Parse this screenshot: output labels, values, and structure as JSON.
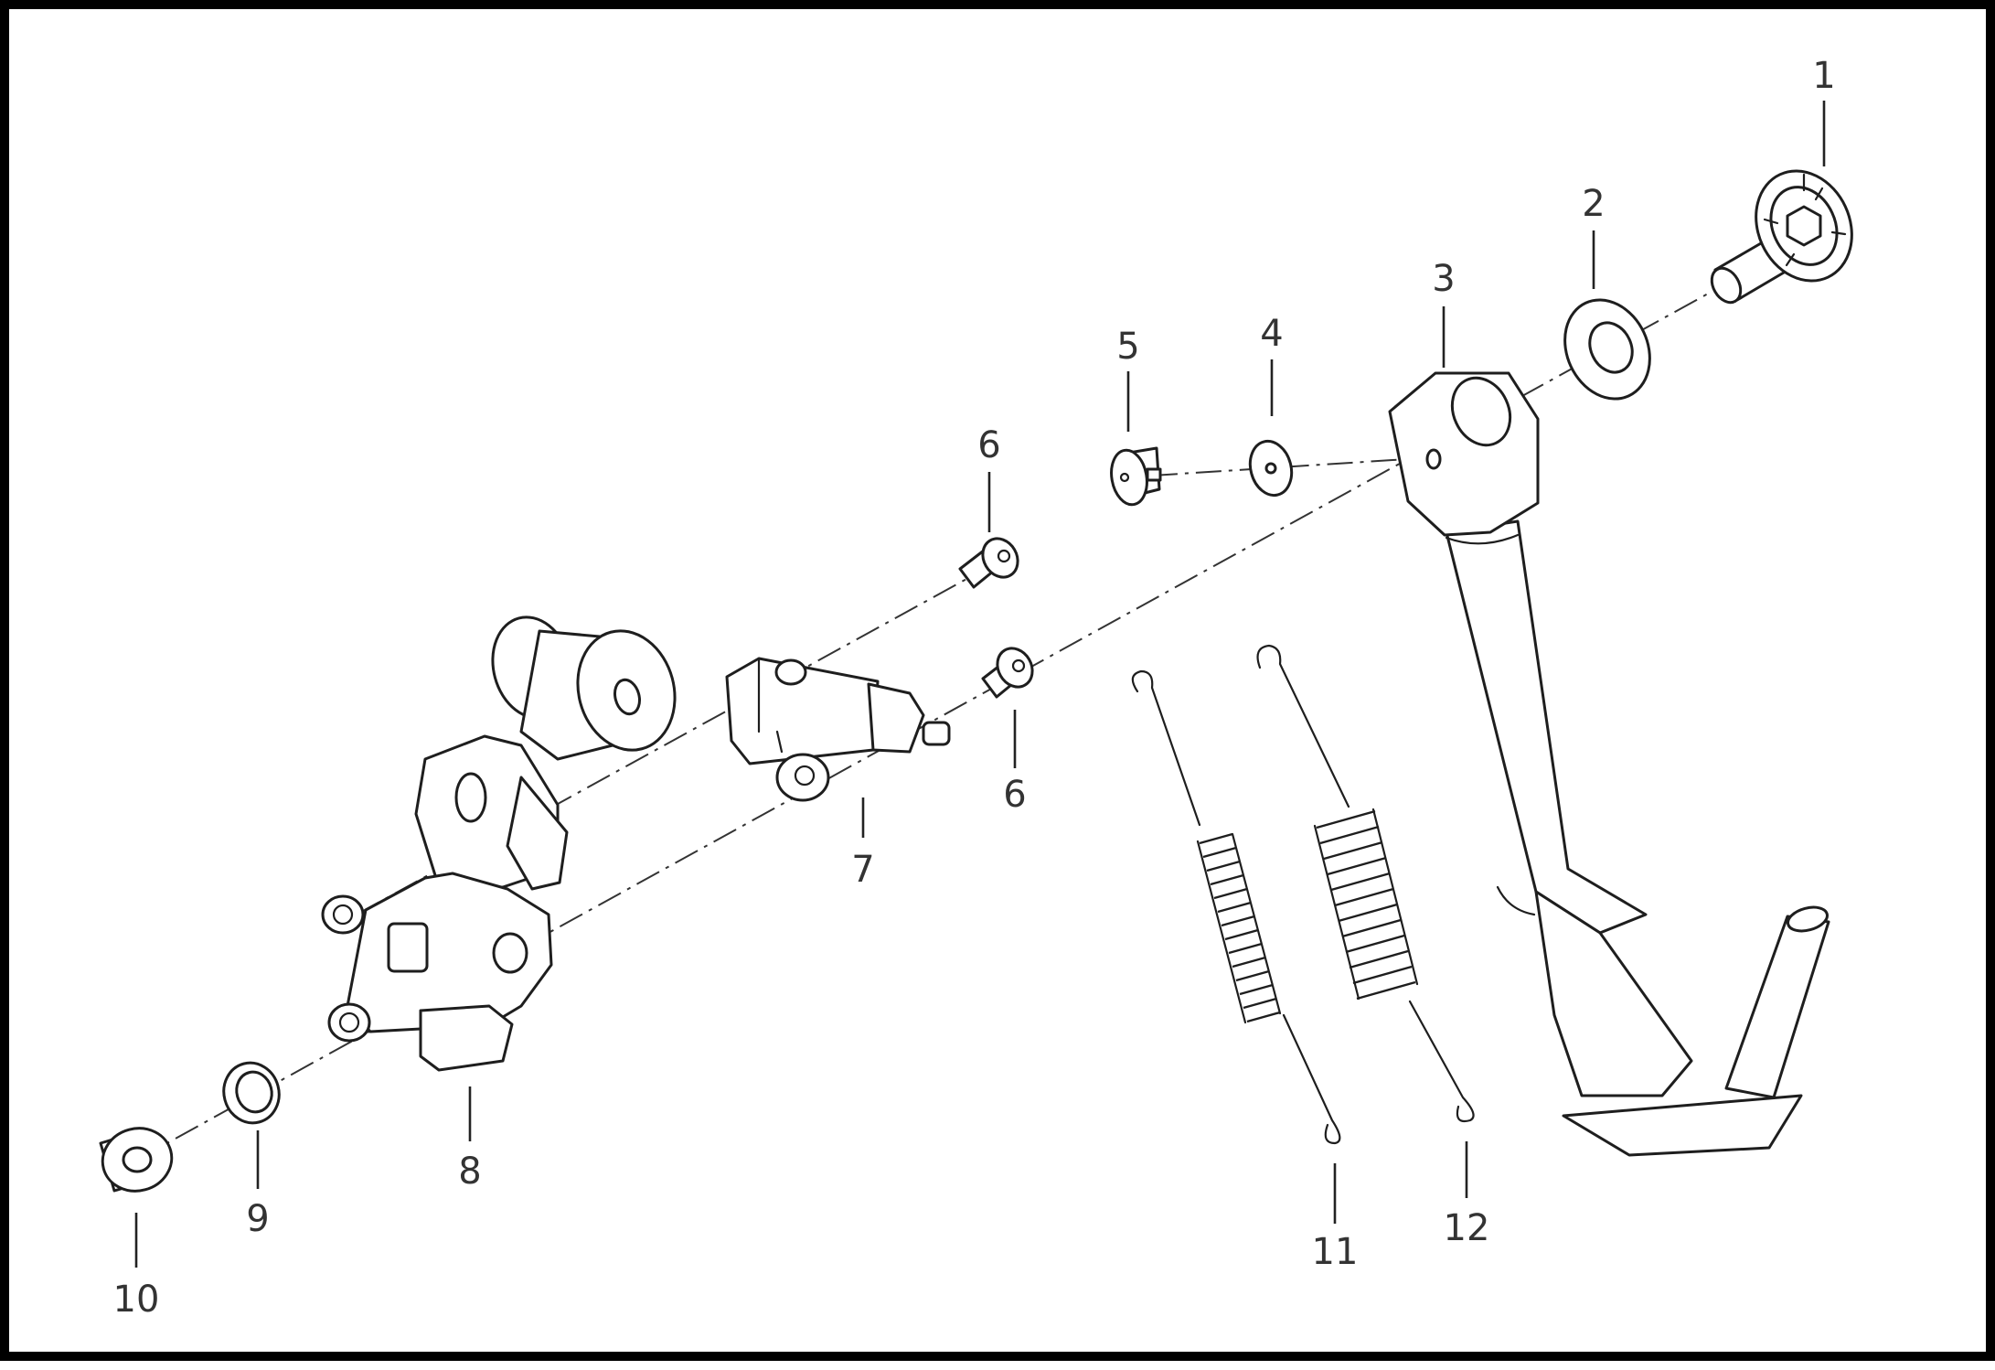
{
  "diagram": {
    "callouts": [
      {
        "id": "c1",
        "label": "1"
      },
      {
        "id": "c2",
        "label": "2"
      },
      {
        "id": "c3",
        "label": "3"
      },
      {
        "id": "c4",
        "label": "4"
      },
      {
        "id": "c5",
        "label": "5"
      },
      {
        "id": "c6a",
        "label": "6"
      },
      {
        "id": "c6b",
        "label": "6"
      },
      {
        "id": "c7",
        "label": "7"
      },
      {
        "id": "c8",
        "label": "8"
      },
      {
        "id": "c9",
        "label": "9"
      },
      {
        "id": "c10",
        "label": "10"
      },
      {
        "id": "c11",
        "label": "11"
      },
      {
        "id": "c12",
        "label": "12"
      }
    ]
  }
}
